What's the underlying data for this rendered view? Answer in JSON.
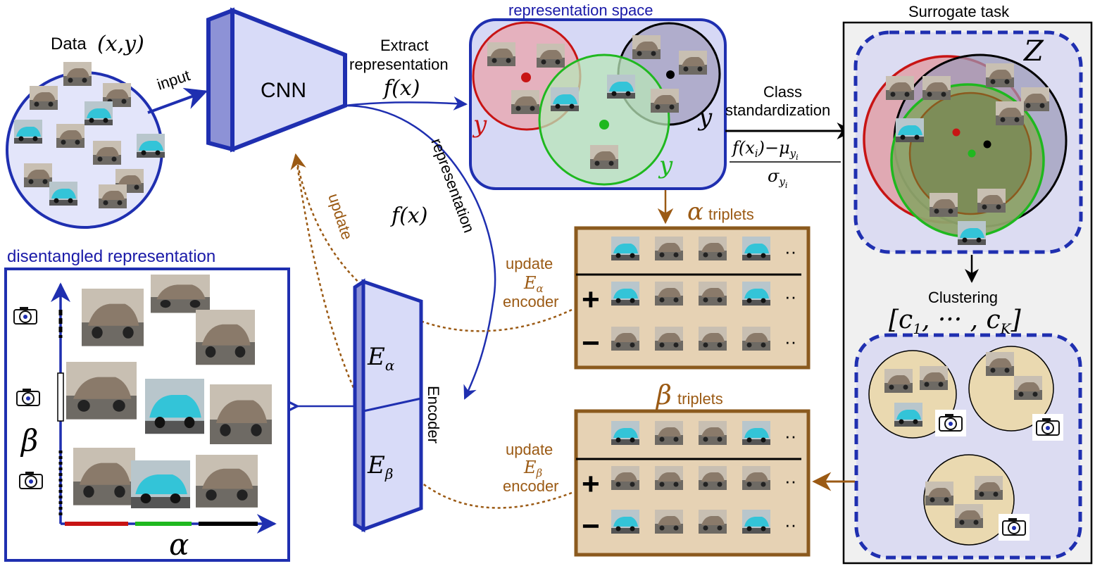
{
  "colors": {
    "blue": "#1f2fb0",
    "brown": "#8b5a1e",
    "red": "#c81414",
    "green": "#1fb81f",
    "black": "#000000",
    "lavender": "#d6d8f5",
    "tan": "#e6d2b4",
    "grey_panel": "#f0f0f0"
  },
  "data_block": {
    "label": "Data",
    "math": "(x,y)",
    "input_label": "input"
  },
  "cnn": {
    "label": "CNN"
  },
  "extract": {
    "line1": "Extract",
    "line2": "representation",
    "math": "f(x)"
  },
  "rep_space": {
    "title": "representation space",
    "y_red": "y",
    "y_green": "y",
    "y_black": "y"
  },
  "surrogate": {
    "title": "Surrogate task",
    "z_label": "Z"
  },
  "standardization": {
    "line1": "Class",
    "line2": "standardization",
    "numerator": "f(x",
    "numerator_sub": "i",
    "numerator_mid": ")−μ",
    "numerator_sub2": "y",
    "numerator_sub3": "i",
    "denominator": "σ",
    "denominator_sub": "y",
    "denominator_sub2": "i"
  },
  "representation_arrow": {
    "label": "representation",
    "math": "f(x)"
  },
  "update_label": "update",
  "alpha_triplets": {
    "symbol": "α",
    "label": "triplets",
    "plus": "+",
    "minus": "−",
    "ellipsis": "··"
  },
  "beta_triplets": {
    "symbol": "β",
    "label": "triplets",
    "plus": "+",
    "minus": "−",
    "ellipsis": "··"
  },
  "update_ea": {
    "line1": "update",
    "sym": "E",
    "sub": "α",
    "line3": "encoder"
  },
  "update_eb": {
    "line1": "update",
    "sym": "E",
    "sub": "β",
    "line3": "encoder"
  },
  "encoder": {
    "label": "Encoder",
    "e_alpha": "E",
    "e_alpha_sub": "α",
    "e_beta": "E",
    "e_beta_sub": "β"
  },
  "clustering": {
    "label": "Clustering",
    "math_open": "[c",
    "math_sub1": "1",
    "math_mid": ", ··· , c",
    "math_subk": "K",
    "math_close": "]"
  },
  "disentangled": {
    "title": "disentangled representation",
    "alpha_axis": "α",
    "beta_axis": "β"
  }
}
